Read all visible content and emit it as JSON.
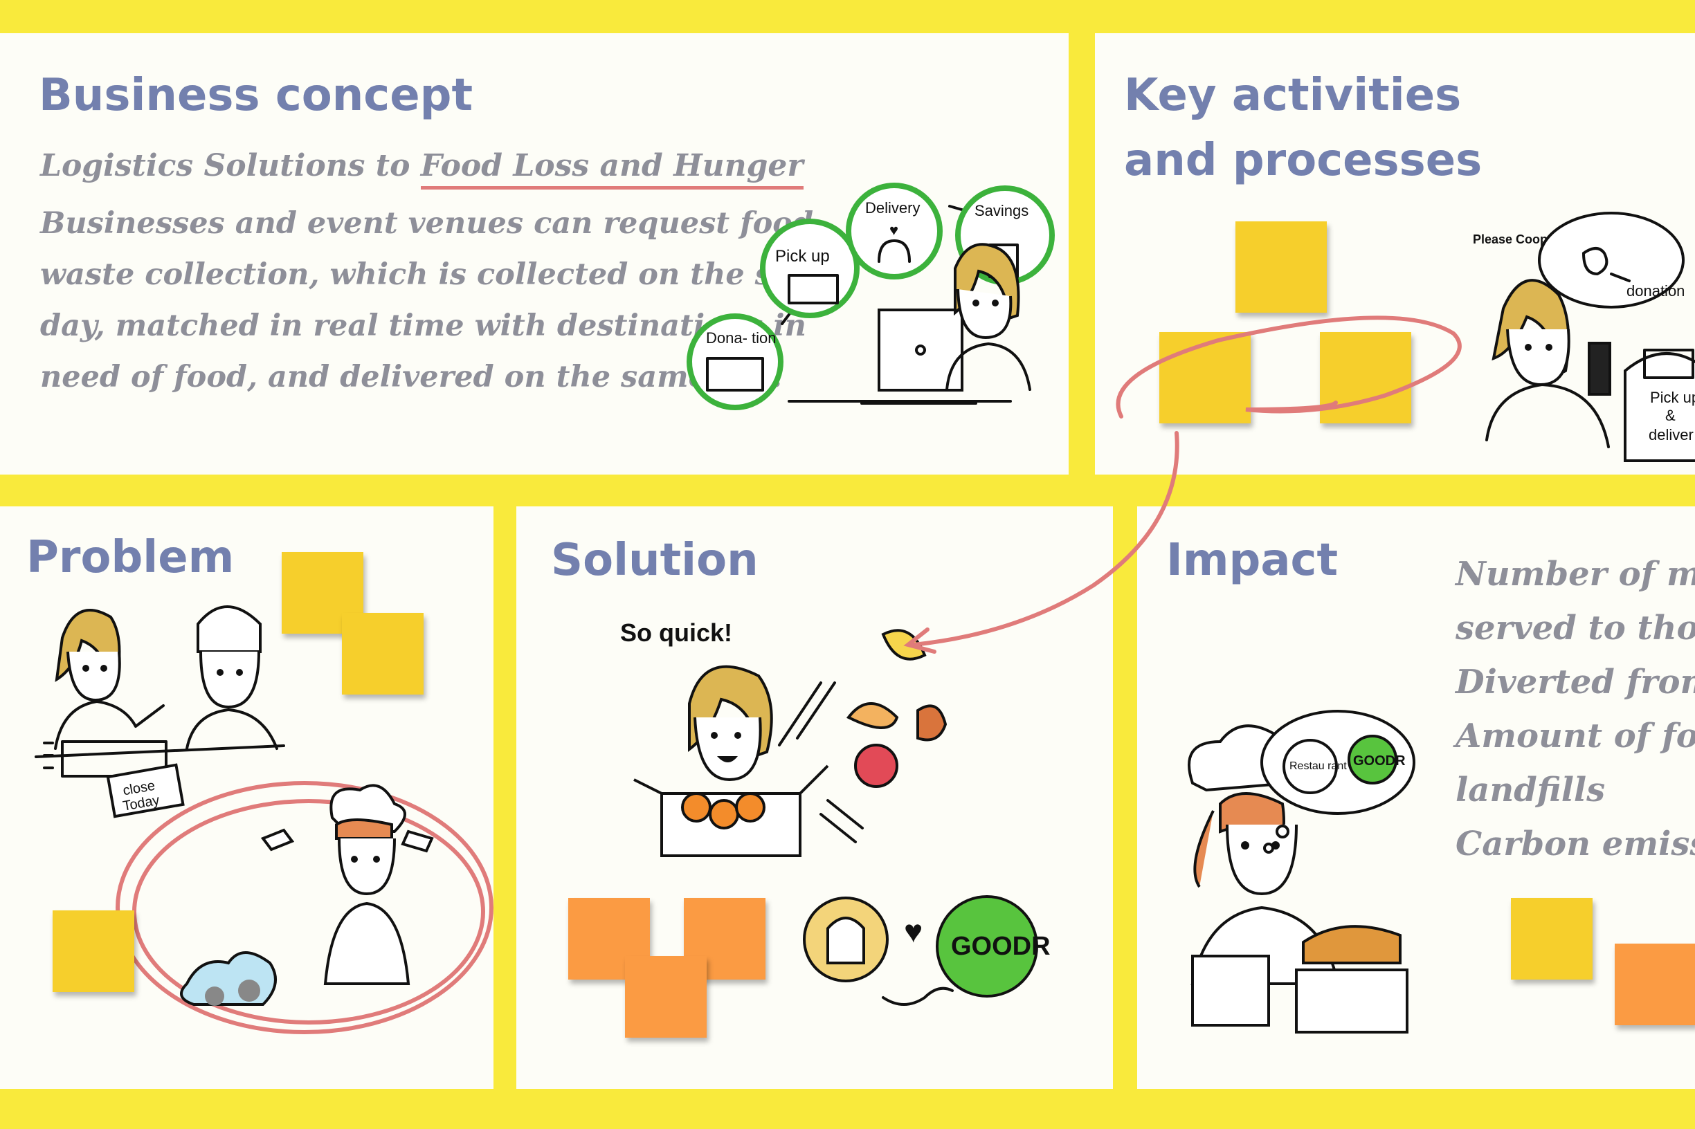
{
  "business_concept": {
    "title": "Business concept",
    "subtitle": "Logistics Solutions to ",
    "subtitle_highlight": "Food Loss and Hunger",
    "lines": [
      "Businesses and event venues can request food",
      "waste collection, which is collected on the same",
      "day, matched in real time with destinations in",
      "need of food, and delivered on the same day."
    ],
    "illustration": {
      "donation": "Dona- tion",
      "pickup": "Pick up",
      "delivery": "Delivery",
      "savings": "Savings",
      "dollar": "$"
    }
  },
  "key_activities": {
    "title_line1": "Key activities",
    "title_line2": "and processes",
    "illustration": {
      "speech": "Please Cooperate",
      "donation": "donation",
      "pickup": "Pick up",
      "and": "&",
      "deliver": "deliver"
    }
  },
  "problem": {
    "title": "Problem",
    "illustration": {
      "sign_line1": "close",
      "sign_line2": "Today"
    }
  },
  "solution": {
    "title": "Solution",
    "illustration": {
      "exclaim": "So quick!",
      "heart": "♥",
      "logo": "GOODR"
    }
  },
  "impact": {
    "title": "Impact",
    "lines": [
      "Number of meals",
      "served to those in",
      "Diverted from la",
      "Amount of food a",
      "landfills",
      "Carbon emissions"
    ],
    "illustration": {
      "restaurant": "Restau rant",
      "logo": "GOODR"
    }
  },
  "colors": {
    "board_background": "#f9ea3c",
    "panel_background": "#fdfdf7",
    "title_color": "#7380ae",
    "handwriting_color": "#8e8f99",
    "annotation_red": "#e07b7a",
    "sticky_yellow": "#f6cf2c",
    "sticky_orange": "#fb9b43",
    "goodr_green": "#58c43e"
  }
}
